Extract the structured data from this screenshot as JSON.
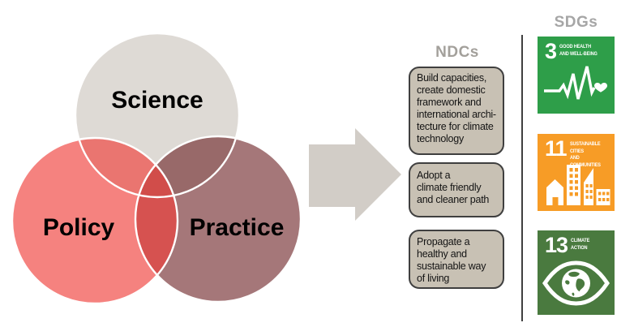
{
  "venn": {
    "science": {
      "label": "Science",
      "color": "#dedad5"
    },
    "policy": {
      "label": "Policy",
      "color": "#f5827f"
    },
    "practice": {
      "label": "Practice",
      "color": "#a57779"
    },
    "policy_practice_overlap_color": "#cd4b4a"
  },
  "arrow": {
    "color": "#d2cdc7"
  },
  "ndcs": {
    "title": "NDCs",
    "box_fill": "#c8c1b4",
    "box_border": "#3f3f3f",
    "items": [
      {
        "text": "Build capacities,\ncreate domestic\nframework and\ninternational archi-\ntecture for climate\ntechnology"
      },
      {
        "text": "Adopt a\nclimate friendly\nand cleaner path"
      },
      {
        "text": "Propagate a\nhealthy and\nsustainable way\nof living"
      }
    ]
  },
  "sdgs": {
    "title": "SDGs",
    "tiles": [
      {
        "number": "3",
        "label": "GOOD HEALTH\nAND WELL-BEING",
        "color": "#2e9e49",
        "icon": "heartbeat-heart-icon"
      },
      {
        "number": "11",
        "label": "SUSTAINABLE CITIES\nAND COMMUNITIES",
        "color": "#f79c26",
        "icon": "city-buildings-icon"
      },
      {
        "number": "13",
        "label": "CLIMATE\nACTION",
        "color": "#4a7a3f",
        "icon": "eye-globe-icon"
      }
    ]
  }
}
